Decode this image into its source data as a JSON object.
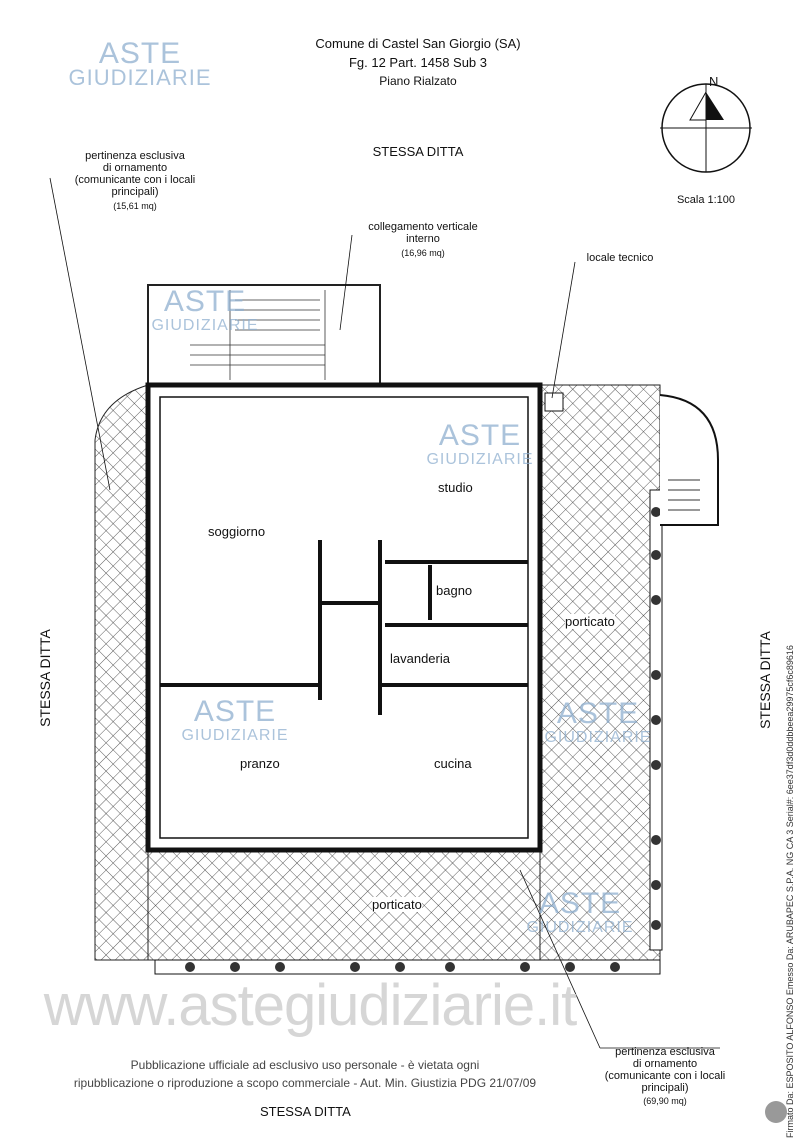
{
  "header": {
    "line1": "Comune di Castel San Giorgio (SA)",
    "line2": "Fg. 12  Part. 1458  Sub 3",
    "line3": "Piano Rialzato",
    "top_neighbor": "STESSA DITTA"
  },
  "compass": {
    "north": "N",
    "scale": "Scala 1:100"
  },
  "annotations": {
    "left_pertinenza": {
      "l1": "pertinenza esclusiva",
      "l2": "di ornamento",
      "l3": "(comunicante con i locali",
      "l4": "principali)",
      "area": "(15,61 mq)"
    },
    "collegamento": {
      "l1": "collegamento verticale",
      "l2": "interno",
      "area": "(16,96 mq)"
    },
    "locale_tecnico": "locale tecnico",
    "bottom_pertinenza": {
      "l1": "pertinenza esclusiva",
      "l2": "di ornamento",
      "l3": "(comunicante con i locali",
      "l4": "principali)",
      "area": "(69,90 mq)"
    }
  },
  "rooms": {
    "soggiorno": "soggiorno",
    "studio": "studio",
    "bagno": "bagno",
    "porticato_right": "porticato",
    "lavanderia": "lavanderia",
    "pranzo": "pranzo",
    "cucina": "cucina",
    "porticato_bottom": "porticato"
  },
  "neighbors": {
    "left": "STESSA DITTA",
    "right": "STESSA DITTA",
    "bottom": "STESSA DITTA"
  },
  "watermark": {
    "l1": "ASTE",
    "l2": "GIUDIZIARIE",
    "site": "www.astegiudiziarie.it"
  },
  "footer": {
    "line1": "Pubblicazione ufficiale ad esclusivo uso personale - è vietata ogni",
    "line2": "ripubblicazione o riproduzione a scopo commerciale - Aut. Min. Giustizia PDG 21/07/09"
  },
  "signature": "Firmato Da: ESPOSITO ALFONSO Emesso Da: ARUBAPEC S.P.A. NG CA 3 Serial#: 6ee37df3d0ddbbeea29975cf6c89616"
}
